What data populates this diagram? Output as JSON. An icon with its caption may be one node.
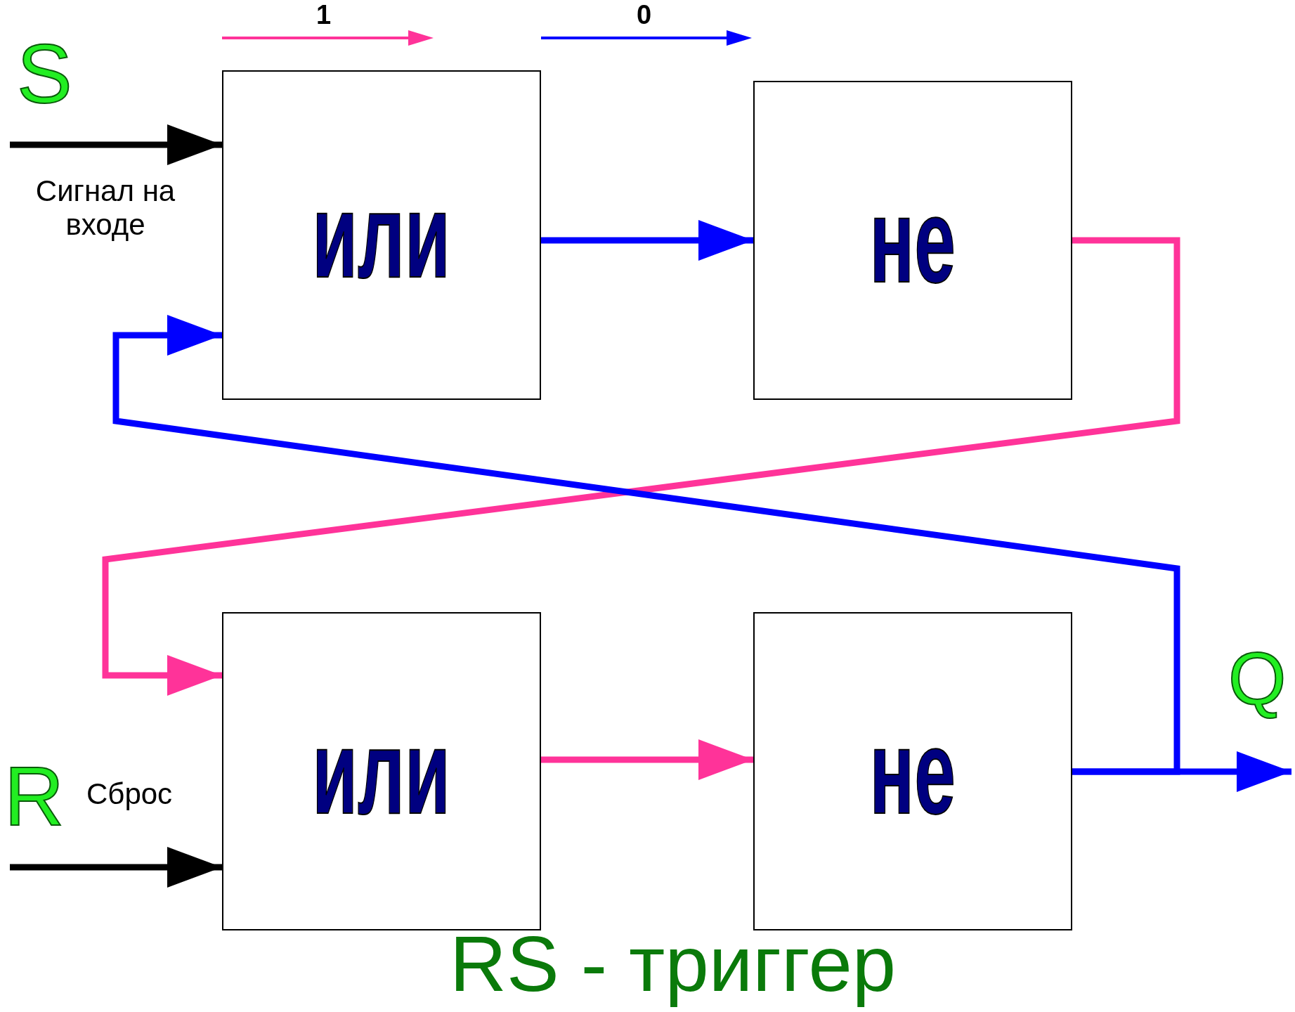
{
  "diagram": {
    "title": "RS - триггер",
    "nodes": [
      {
        "text": [
          "или"
        ]
      },
      {
        "text": [
          "не"
        ]
      },
      {
        "text": [
          "или"
        ]
      },
      {
        "text": [
          "не"
        ]
      }
    ],
    "edges": [
      {
        "from": null,
        "to": 0,
        "arrow": "to",
        "color": "#000000"
      },
      {
        "from": 0,
        "to": 1,
        "arrow": "to",
        "color": "#0000ff"
      },
      {
        "from": 1,
        "to": 2,
        "arrow": "to",
        "color": "#ff3399"
      },
      {
        "from": 3,
        "to": 0,
        "arrow": "to",
        "color": "#0000ff"
      },
      {
        "from": 2,
        "to": 3,
        "arrow": "to",
        "color": "#ff3399"
      },
      {
        "from": 3,
        "to": null,
        "arrow": "to",
        "color": "#0000ff"
      },
      {
        "from": null,
        "to": 2,
        "arrow": "to",
        "color": "#000000"
      }
    ],
    "labels": [
      "S",
      "Сигнал на входе",
      "R",
      "Сброс",
      "Q"
    ],
    "legend": [
      {
        "text": "1",
        "color": "#ff3399"
      },
      {
        "text": "0",
        "color": "#0000ff"
      }
    ]
  }
}
